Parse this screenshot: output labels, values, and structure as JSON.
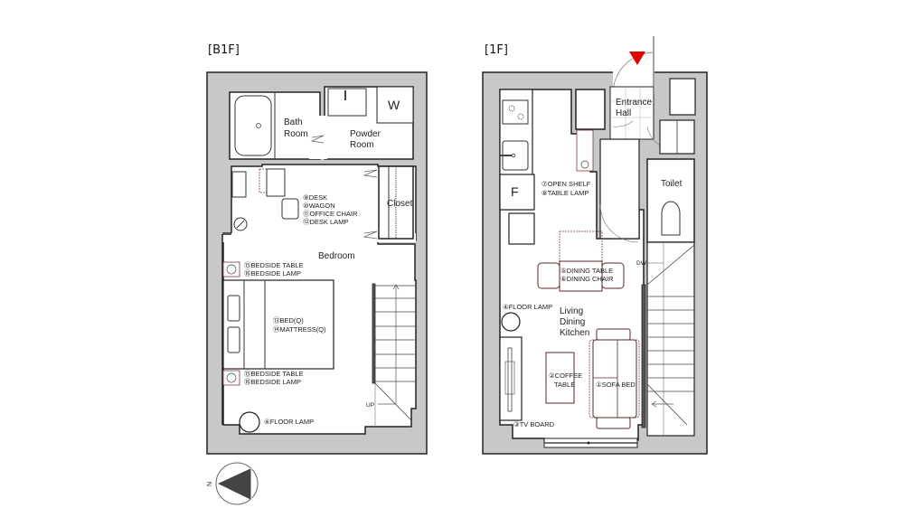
{
  "colors": {
    "wall_fill": "#c8c8c8",
    "wall_stroke": "#222222",
    "floor_fill": "#ffffff",
    "furniture_stroke": "#7a3b3b",
    "entrance_marker": "#e00000",
    "compass_fill": "#444444"
  },
  "floors": [
    {
      "title": "[B1F]",
      "rooms": {
        "bath": [
          "Bath",
          "Room"
        ],
        "powder": [
          "Powder",
          "Room"
        ],
        "washer": "W",
        "closet": "Closet",
        "bedroom": "Bedroom"
      },
      "furniture": {
        "desk_group": [
          "⑨DESK",
          "⑩WAGON",
          "⑪OFFICE CHAIR",
          "⑫DESK LAMP"
        ],
        "bedside_top": [
          "⑮BEDSIDE TABLE",
          "⑯BEDSIDE LAMP"
        ],
        "bed": [
          "⑬BED(Q)",
          "⑭MATTRESS(Q)"
        ],
        "bedside_bottom": [
          "⑮BEDSIDE TABLE",
          "⑯BEDSIDE LAMP"
        ],
        "floor_lamp": "④FLOOR LAMP"
      },
      "stairs_label": "UP"
    },
    {
      "title": "[1F]",
      "rooms": {
        "entrance": [
          "Entrance",
          "Hall"
        ],
        "toilet": "Toilet",
        "fridge": "F",
        "ldk": [
          "Living",
          "Dining",
          "Kitchen"
        ]
      },
      "furniture": {
        "shelf_group": [
          "⑦OPEN SHELF",
          "⑧TABLE LAMP"
        ],
        "dining": [
          "⑤DINING TABLE",
          "⑥DINING CHAIR"
        ],
        "floor_lamp": "④FLOOR LAMP",
        "coffee_table": [
          "②COFFEE",
          "TABLE"
        ],
        "sofa": "①SOFA BED",
        "tv_board": "③TV BOARD"
      },
      "stairs_label": "DW"
    }
  ],
  "compass": {
    "label": "N"
  }
}
